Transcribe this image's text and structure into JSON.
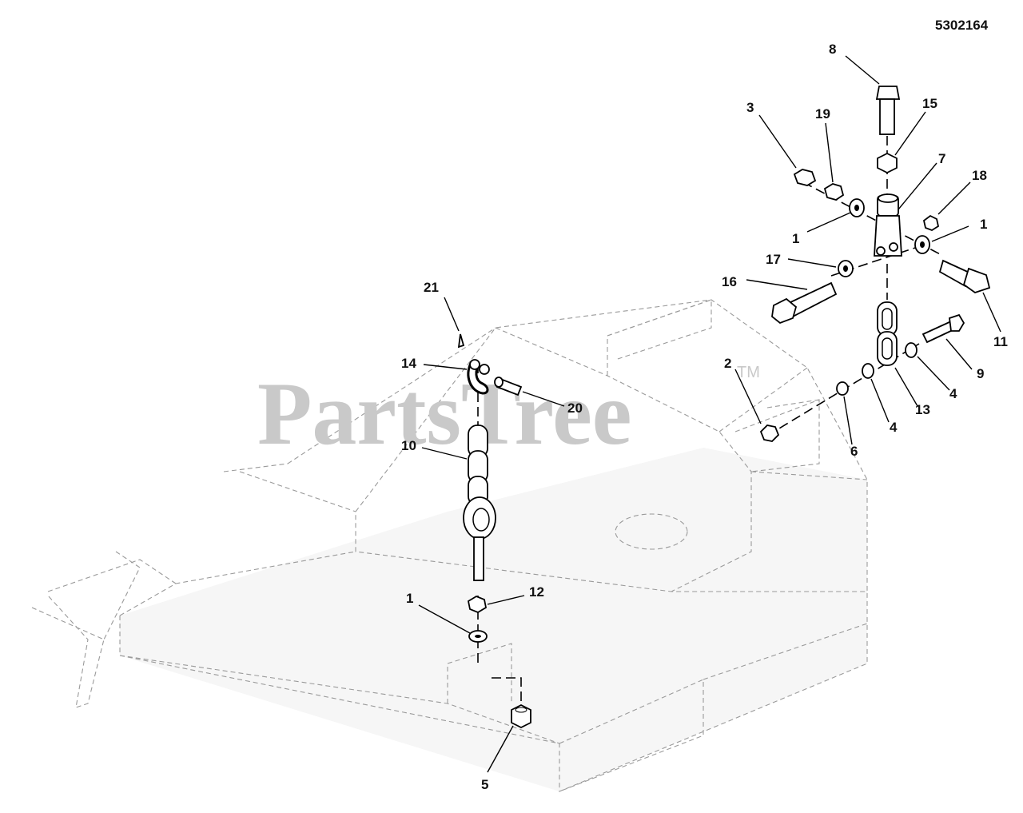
{
  "diagram_id": "5302164",
  "watermark": {
    "text": "PartsTree",
    "tm": "TM"
  },
  "callouts": [
    "8",
    "3",
    "19",
    "15",
    "7",
    "18",
    "1",
    "1",
    "17",
    "16",
    "11",
    "21",
    "14",
    "20",
    "2",
    "9",
    "4",
    "13",
    "4",
    "6",
    "10",
    "12",
    "1",
    "5"
  ]
}
